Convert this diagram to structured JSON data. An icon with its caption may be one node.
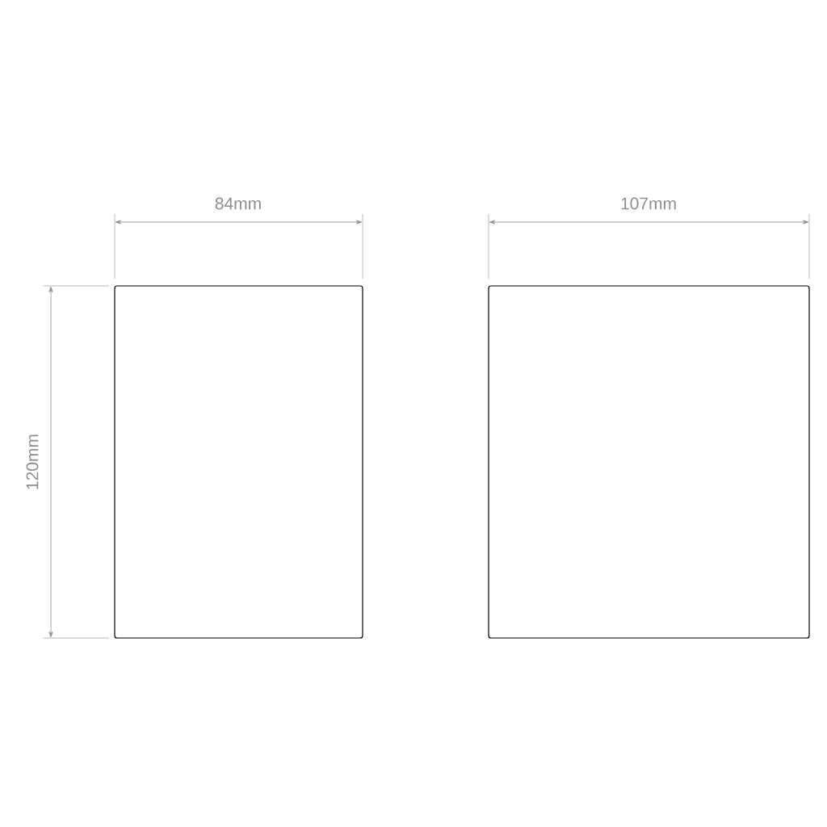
{
  "diagram": {
    "nodes": [
      {
        "text": [],
        "shape": "box"
      },
      {
        "text": [],
        "shape": "box"
      }
    ],
    "labels": [
      "84mm",
      "107mm",
      "120mm"
    ]
  }
}
